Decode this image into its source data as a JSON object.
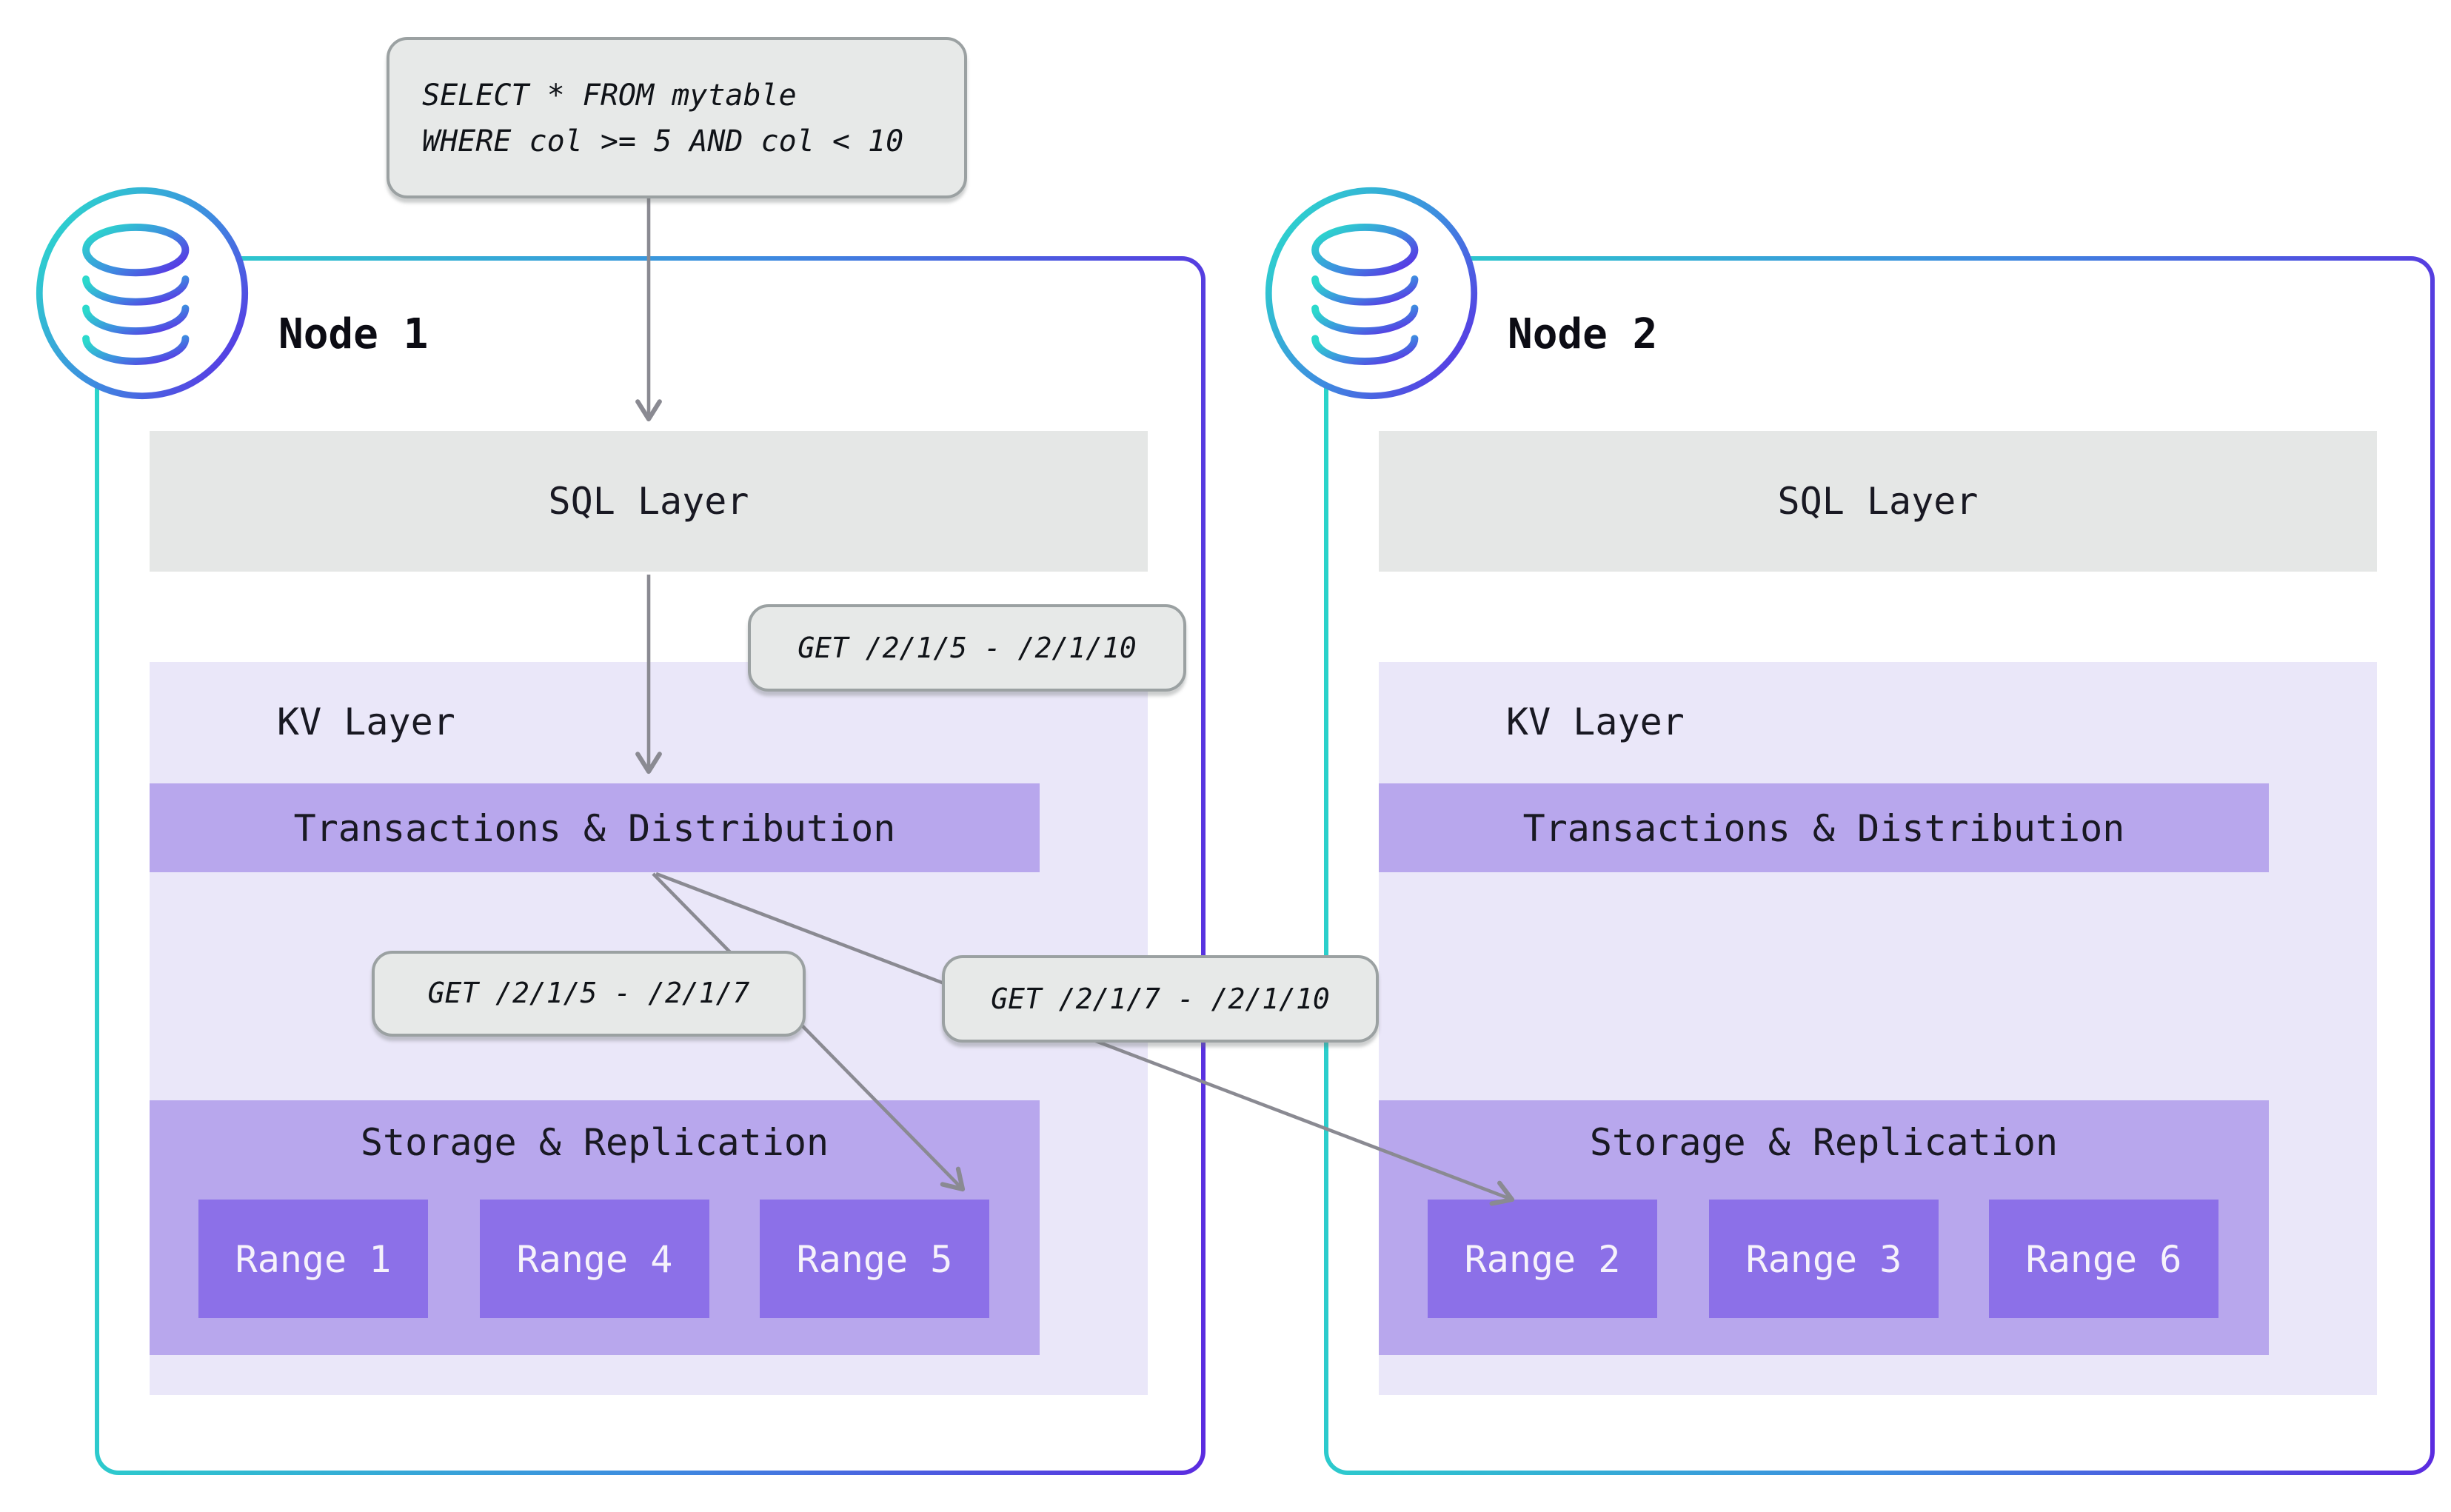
{
  "query_callout": {
    "lines": [
      "SELECT * FROM mytable",
      "WHERE col >= 5 AND col < 10"
    ]
  },
  "get_callouts": {
    "combined": "GET /2/1/5 - /2/1/10",
    "left_split": "GET /2/1/5 - /2/1/7",
    "right_split": "GET /2/1/7 - /2/1/10"
  },
  "nodes": [
    {
      "label": "Node 1",
      "sql_layer_label": "SQL Layer",
      "kv_layer_label": "KV Layer",
      "transactions_label": "Transactions & Distribution",
      "storage_label": "Storage & Replication",
      "ranges": [
        "Range 1",
        "Range 4",
        "Range 5"
      ]
    },
    {
      "label": "Node 2",
      "sql_layer_label": "SQL Layer",
      "kv_layer_label": "KV Layer",
      "transactions_label": "Transactions & Distribution",
      "storage_label": "Storage & Replication",
      "ranges": [
        "Range 2",
        "Range 3",
        "Range 6"
      ]
    }
  ],
  "icons": {
    "node_badge": "database-icon"
  },
  "colors": {
    "node_border_teal": "#29D6C9",
    "node_border_purple": "#5B2BE0",
    "sql_layer_gray": "#E5E7E6",
    "kv_layer_lavender": "#EAE7F9",
    "inner_purple": "#B8A7ED",
    "range_purple": "#8C70E8",
    "callout_bg": "#E7E9E8",
    "callout_border": "#9BA1A2",
    "arrow_gray": "#8A8A92"
  }
}
